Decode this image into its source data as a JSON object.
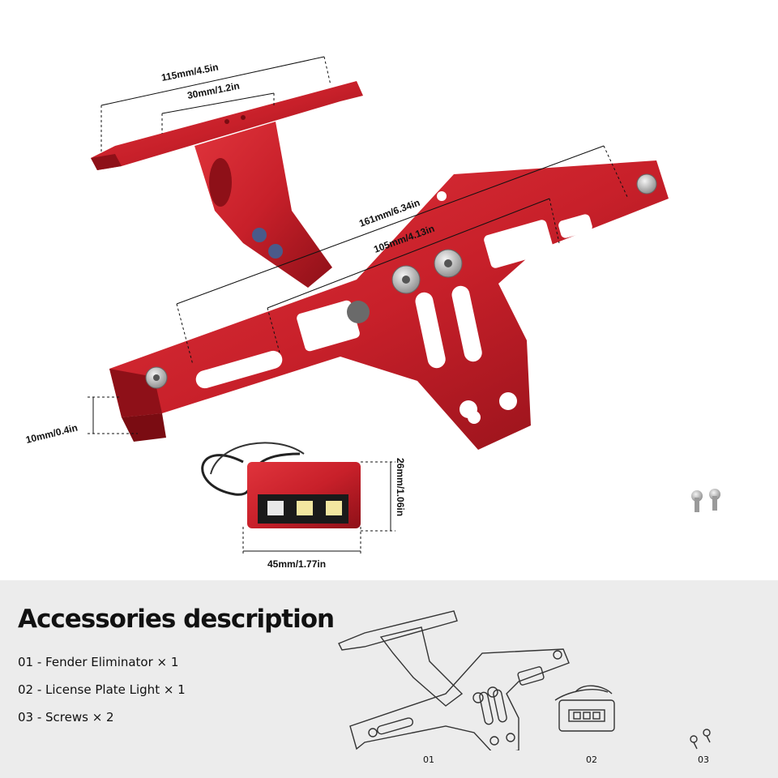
{
  "dimensions": {
    "plate_width": "115mm/4.5in",
    "plate_hole_spacing": "30mm/1.2in",
    "arm_total_length": "161mm/6.34in",
    "arm_slot_length": "105mm/4.13in",
    "arm_thickness": "10mm/0.4in",
    "light_height": "26mm/1.06in",
    "light_width": "45mm/1.77in"
  },
  "accessories": {
    "title": "Accessories description",
    "items": [
      "01 - Fender Eliminator × 1",
      "02 - License Plate Light × 1",
      "03 - Screws × 2"
    ],
    "diagram_numbers": [
      "01",
      "02",
      "03"
    ]
  },
  "colors": {
    "bracket_red": "#c8202a",
    "bracket_dark": "#8e1018",
    "panel_bg": "#ececec"
  }
}
